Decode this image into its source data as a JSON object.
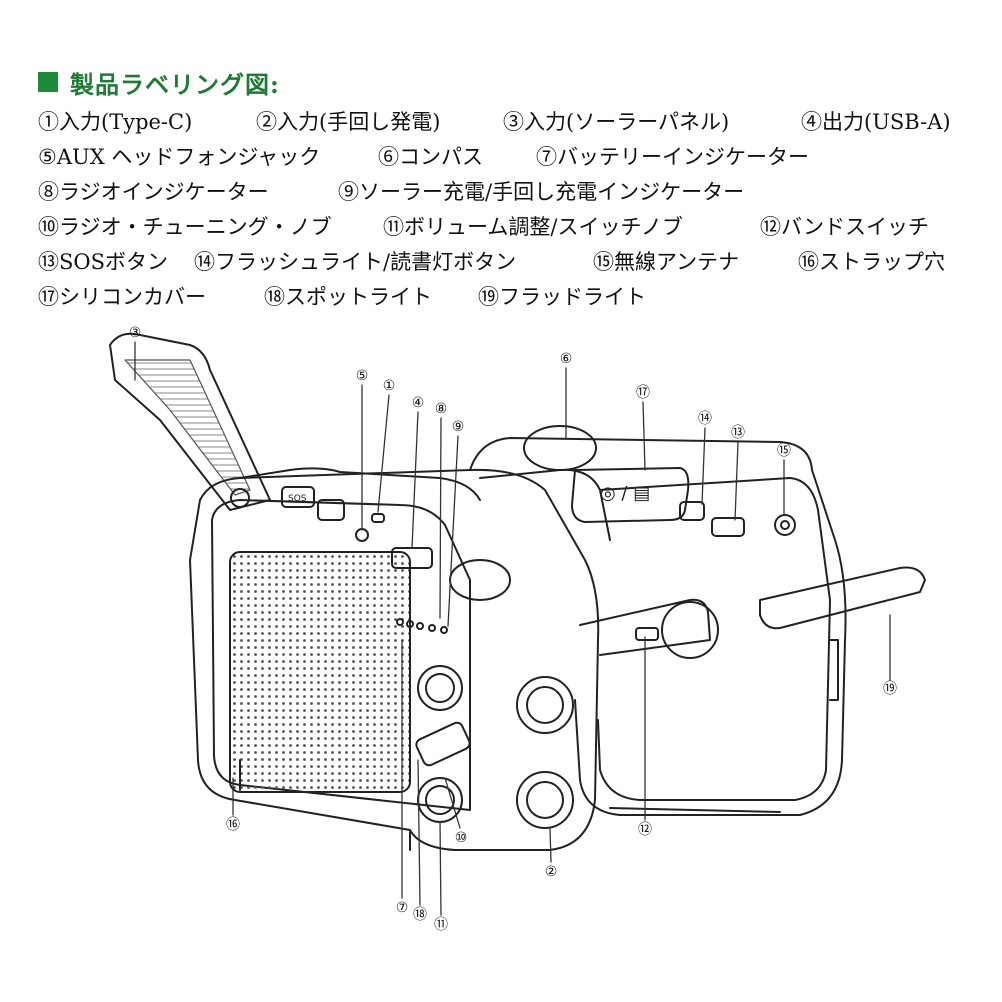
{
  "heading": {
    "title": "製品ラベリング図:",
    "marker_color": "#1e8a3a",
    "title_color": "#1e7a35"
  },
  "label_lines": [
    [
      {
        "num": "①",
        "text": "入力(Type-C)"
      },
      {
        "num": "②",
        "text": "入力(手回し発電)"
      },
      {
        "num": "③",
        "text": "入力(ソーラーパネル)"
      },
      {
        "num": "④",
        "text": "出力(USB-A)"
      }
    ],
    [
      {
        "num": "⑤",
        "text": "AUX ヘッドフォンジャック"
      },
      {
        "num": "⑥",
        "text": "コンパス"
      },
      {
        "num": "⑦",
        "text": "バッテリーインジケーター"
      }
    ],
    [
      {
        "num": "⑧",
        "text": "ラジオインジケーター"
      },
      {
        "num": "⑨",
        "text": "ソーラー充電/手回し充電インジケーター"
      }
    ],
    [
      {
        "num": "⑩",
        "text": "ラジオ・チューニング・ノブ"
      },
      {
        "num": "⑪",
        "text": "ボリューム調整/スイッチノブ"
      },
      {
        "num": "⑫",
        "text": "バンドスイッチ"
      }
    ],
    [
      {
        "num": "⑬",
        "text": "SOSボタン"
      },
      {
        "num": "⑭",
        "text": "フラッシュライト/読書灯ボタン"
      },
      {
        "num": "⑮",
        "text": "無線アンテナ"
      },
      {
        "num": "⑯",
        "text": "ストラップ穴"
      }
    ],
    [
      {
        "num": "⑰",
        "text": "シリコンカバー"
      },
      {
        "num": "⑱",
        "text": "スポットライト"
      },
      {
        "num": "⑲",
        "text": "フラッドライト"
      }
    ]
  ],
  "callouts": [
    "③",
    "⑤",
    "①",
    "④",
    "⑧",
    "⑨",
    "⑥",
    "⑰",
    "⑭",
    "⑬",
    "⑮",
    "⑲",
    "⑯",
    "⑦",
    "⑱",
    "⑪",
    "⑩",
    "②",
    "⑫"
  ],
  "device": {
    "top_button_label": "SOS",
    "display_text": "◎ / ▤"
  }
}
